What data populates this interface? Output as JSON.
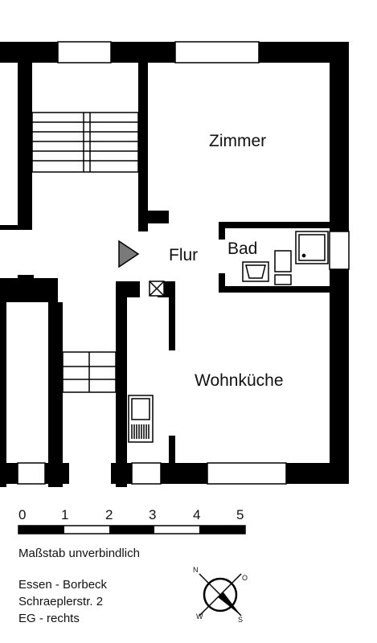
{
  "rooms": {
    "zimmer": "Zimmer",
    "flur": "Flur",
    "bad": "Bad",
    "wohnkueche": "Wohnküche"
  },
  "scale": {
    "ticks": [
      "0",
      "1",
      "2",
      "3",
      "4",
      "5"
    ],
    "note": "Maßstab unverbindlich"
  },
  "address": {
    "line1": "Essen - Borbeck",
    "line2": "Schraeplerstr. 2",
    "line3": "EG - rechts"
  },
  "compass": {
    "n": "N",
    "o": "O",
    "s": "S",
    "w": "W"
  },
  "colors": {
    "wall": "#000000",
    "entry_marker": "#7a7a7a"
  }
}
